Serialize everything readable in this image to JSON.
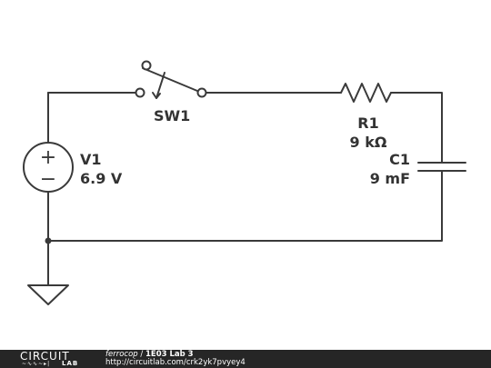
{
  "circuit": {
    "switch": {
      "name": "SW1"
    },
    "resistor": {
      "name": "R1",
      "value": "9 kΩ"
    },
    "capacitor": {
      "name": "C1",
      "value": "9 mF"
    },
    "source": {
      "name": "V1",
      "value": "6.9 V",
      "plus": "+",
      "minus": "−"
    }
  },
  "footer": {
    "logo_top": "CIRCUIT",
    "logo_bottom": "LAB",
    "author": "ferrocop",
    "separator": "/",
    "title": "1E03 Lab 3",
    "url": "http://circuitlab.com/crk2yk7pvyey4"
  },
  "colors": {
    "wire": "#3a3a3a",
    "footer_bg": "#262626",
    "text": "#333333"
  }
}
